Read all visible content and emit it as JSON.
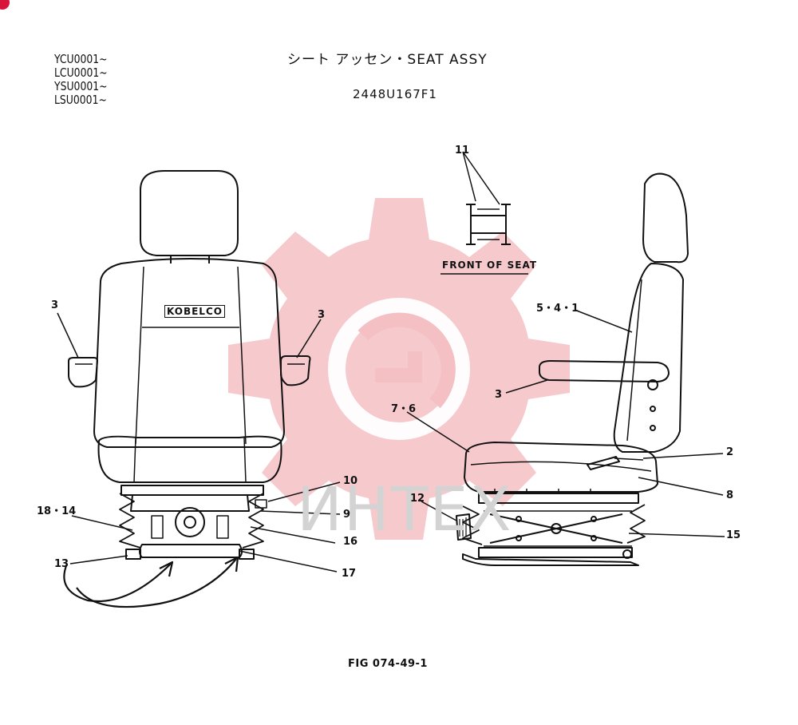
{
  "header": {
    "serials": [
      "YCU0001~",
      "LCU0001~",
      "YSU0001~",
      "LSU0001~"
    ],
    "title": "シート アッセン・SEAT ASSY",
    "part_number": "2448U167F1"
  },
  "inset": {
    "label": "FRONT OF SEAT",
    "callout": "11"
  },
  "rear_view": {
    "logo": "KOBELCO",
    "callouts": {
      "left_armrest": "3",
      "right_armrest": "3",
      "c10": "10",
      "c9": "9",
      "c18_14": "18・14",
      "c16": "16",
      "c13": "13",
      "c17": "17"
    }
  },
  "side_view": {
    "callouts": {
      "c5_4_1": "5・4・1",
      "c3": "3",
      "c7_6": "7・6",
      "c2": "2",
      "c8": "8",
      "c12": "12",
      "c15": "15"
    }
  },
  "watermark": {
    "text": "ИНТЕХ"
  },
  "footer": {
    "figure": "FIG 074-49-1"
  },
  "colors": {
    "line": "#111111",
    "watermark": "#f2b8bd",
    "watermark_text": "#cfcfcf",
    "accent": "#d8143a"
  }
}
